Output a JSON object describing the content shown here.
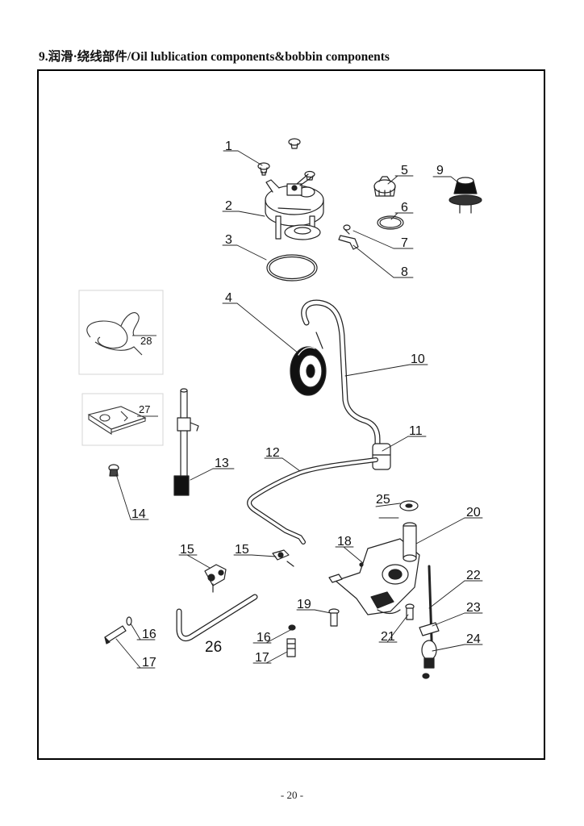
{
  "header": {
    "title": "9.润滑·绕线部件/Oil lublication components&bobbin components"
  },
  "footer": {
    "page": "- 20 -"
  },
  "callouts": {
    "c1": "1",
    "c2": "2",
    "c3": "3",
    "c4": "4",
    "c5": "5",
    "c6": "6",
    "c7": "7",
    "c8": "8",
    "c9": "9",
    "c10": "10",
    "c11": "11",
    "c12": "12",
    "c13": "13",
    "c14": "14",
    "c15a": "15",
    "c15b": "15",
    "c16a": "16",
    "c16b": "16",
    "c17a": "17",
    "c17b": "17",
    "c18": "18",
    "c19": "19",
    "c20": "20",
    "c21": "21",
    "c22": "22",
    "c23": "23",
    "c24": "24",
    "c25": "25",
    "c26": "26",
    "c27": "27",
    "c28": "28"
  },
  "colors": {
    "line": "#222222",
    "inset_border": "#d4d4d4",
    "frame": "#000000"
  }
}
